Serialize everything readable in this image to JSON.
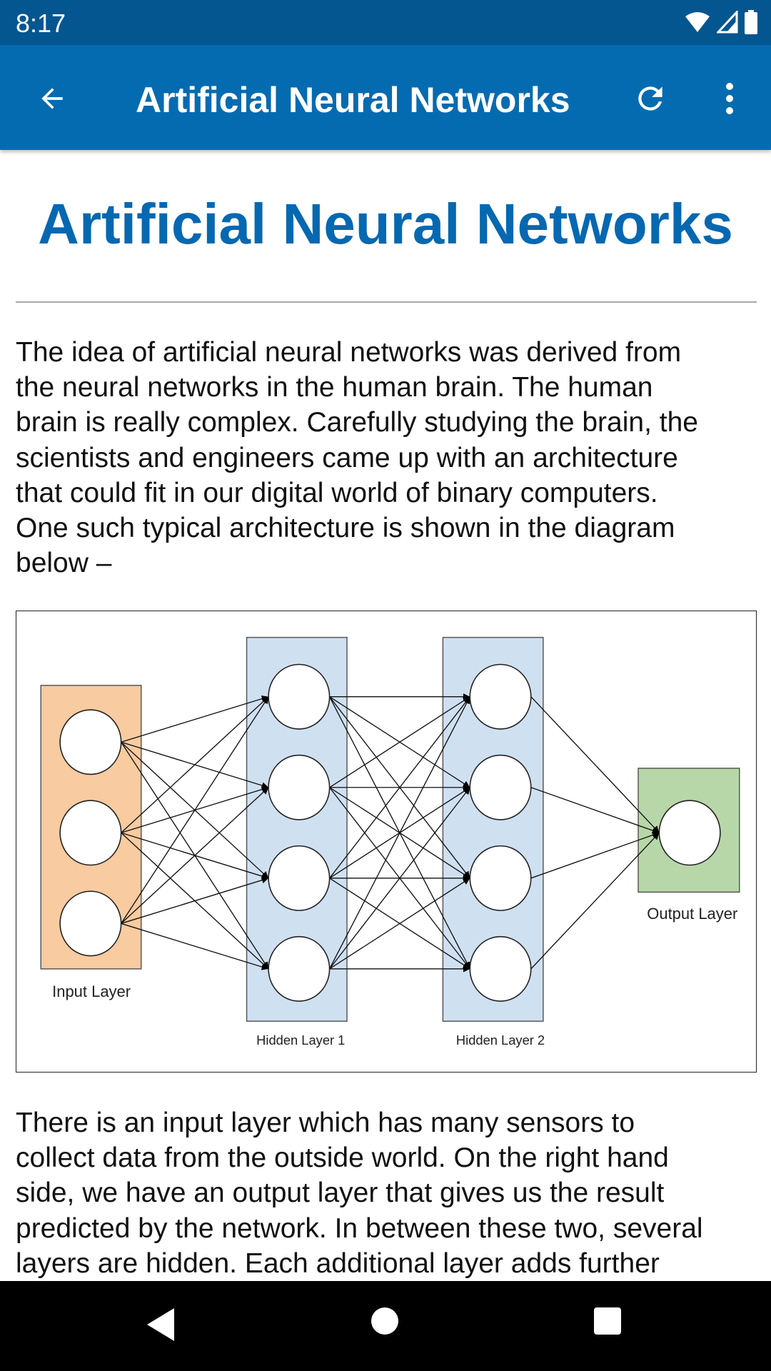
{
  "status_bar": {
    "time": "8:17",
    "icons": [
      "wifi-icon",
      "cellular-signal-icon",
      "battery-icon"
    ]
  },
  "app_bar": {
    "title": "Artificial Neural Networks",
    "back_icon": "arrow-left-icon",
    "refresh_icon": "refresh-icon",
    "more_icon": "more-vertical-icon"
  },
  "article": {
    "heading": "Artificial Neural Networks",
    "paragraph1_lines": [
      "The idea of artificial neural networks was derived from",
      "the neural networks in the human brain. The human",
      "brain is really complex. Carefully studying the brain, the",
      "scientists and engineers came up with an architecture",
      "that could fit in our digital world of binary computers.",
      "One such typical architecture is shown in the diagram",
      "below –"
    ],
    "paragraph2_lines": [
      "There is an input layer which has many sensors to",
      "collect data from the outside world. On the right hand",
      "side, we have an output layer that gives us the result",
      "predicted by the network. In between these two, several",
      "layers are hidden. Each additional layer adds further"
    ]
  },
  "diagram": {
    "layers": [
      {
        "label": "Input Layer",
        "nodes": 3,
        "color": "#f8cba0"
      },
      {
        "label": "Hidden Layer 1",
        "nodes": 4,
        "color": "#cfe0f1"
      },
      {
        "label": "Hidden Layer 2",
        "nodes": 4,
        "color": "#cfe0f1"
      },
      {
        "label": "Output Layer",
        "nodes": 1,
        "color": "#b7d7a8"
      }
    ]
  },
  "colors": {
    "accent": "#056bb0",
    "status_bar": "#045690",
    "heading": "#0568b1"
  },
  "nav_bar": {
    "icons": [
      "back-triangle-icon",
      "home-circle-icon",
      "recents-square-icon"
    ]
  }
}
